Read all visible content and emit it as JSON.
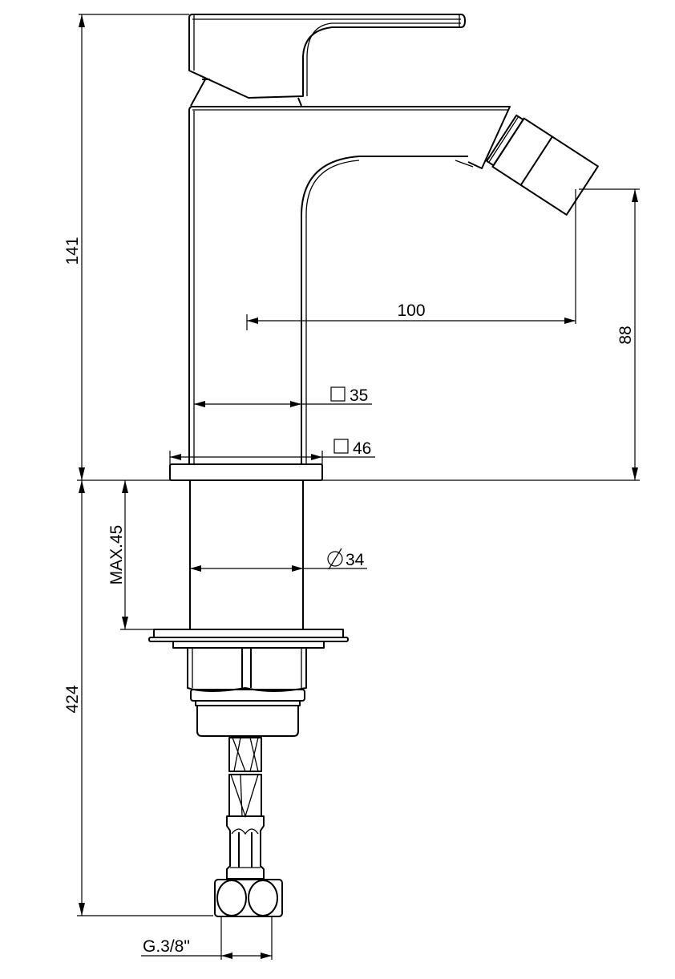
{
  "drawing": {
    "title": "Bidet mixer technical drawing",
    "colors": {
      "line": "#000000",
      "background": "#ffffff"
    },
    "dimensions": {
      "total_height_above_deck": "141",
      "spout_reach": "100",
      "spout_height": "88",
      "body_square": "35",
      "base_square": "46",
      "shank_diameter": "34",
      "max_deck_thickness": "MAX.45",
      "total_height_below_deck": "424",
      "connection_thread": "G.3/8\""
    },
    "symbols": {
      "square": "square-symbol",
      "diameter": "diameter-symbol"
    }
  }
}
